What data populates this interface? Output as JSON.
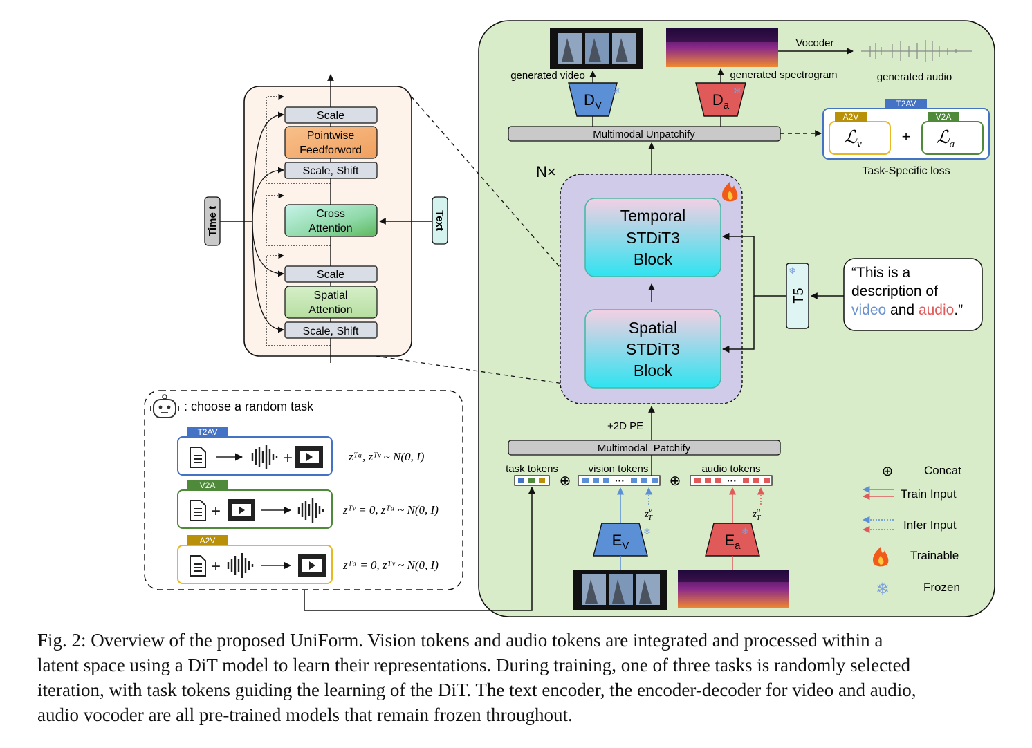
{
  "dit_block": {
    "time_label": "Time t",
    "text_label": "Text",
    "scale_top": "Scale",
    "pointwise_line1": "Pointwise",
    "pointwise_line2": "Feedforword",
    "scale_shift_top": "Scale, Shift",
    "cross_line1": "Cross",
    "cross_line2": "Attention",
    "scale_mid": "Scale",
    "spatial_line1": "Spatial",
    "spatial_line2": "Attention",
    "scale_shift_bottom": "Scale, Shift"
  },
  "tasks": {
    "header": ": choose a random task",
    "t2av_tag": "T2AV",
    "v2a_tag": "V2A",
    "a2v_tag": "A2V",
    "t2av_formula": "zᵀᵃ, zᵀᵛ ~ N(0, I)",
    "v2a_formula": "zᵀᵛ = 0, zᵀᵃ ~ N(0, I)",
    "a2v_formula": "zᵀᵃ = 0, zᵀᵛ ~ N(0, I)"
  },
  "main": {
    "generated_video": "generated video",
    "generated_spectrogram": "generated spectrogram",
    "vocoder": "Vocoder",
    "generated_audio": "generated audio",
    "dv": "D",
    "dv_sub": "V",
    "da": "D",
    "da_sub": "a",
    "unpatchify": "Multimodal Unpatchify",
    "loss_tag": "T2AV",
    "a2v_tag": "A2V",
    "v2a_tag": "V2A",
    "loss_v": "ℒ",
    "loss_v_sub": "v",
    "loss_a": "ℒ",
    "loss_a_sub": "a",
    "plus": "+",
    "task_loss": "Task-Specific loss",
    "nx": "N×",
    "temporal_l1": "Temporal",
    "temporal_l2": "STDiT3",
    "temporal_l3": "Block",
    "spatial_l1": "Spatial",
    "spatial_l2": "STDiT3",
    "spatial_l3": "Block",
    "t5": "T5",
    "desc_l1": "“This is a",
    "desc_l2": "description of",
    "desc_video": "video",
    "desc_and": " and ",
    "desc_audio": "audio",
    "desc_end": ".”",
    "pe": "+2D PE",
    "patchify": "Multimodal  Patchify",
    "task_tokens": "task tokens",
    "vision_tokens": "vision tokens",
    "audio_tokens": "audio tokens",
    "zv": "z",
    "zv_sup": "v",
    "zv_sub": "T",
    "za": "z",
    "za_sup": "a",
    "za_sub": "T",
    "ev": "E",
    "ev_sub": "V",
    "ea": "E",
    "ea_sub": "a"
  },
  "legend": {
    "concat": "Concat",
    "train_input": "Train Input",
    "infer_input": "Infer Input",
    "trainable": "Trainable",
    "frozen": "Frozen"
  },
  "colors": {
    "panel_green": "#d8ecc9",
    "dit_panel": "#fdf3ea",
    "nx_panel": "#d0cbe8",
    "video_blue": "#5b8fd6",
    "audio_red": "#e05a5a",
    "t2av": "#4472c4",
    "v2a": "#4e8a3a",
    "a2v": "#b8900a"
  },
  "caption": {
    "line1": "Fig. 2: Overview of the proposed UniForm. Vision tokens and audio tokens are integrated and processed within a",
    "line2": "latent space using a DiT model to learn their representations. During training, one of three tasks is randomly selected",
    "line3": "iteration, with task tokens guiding the learning of the DiT. The text encoder, the encoder-decoder for video and audio,",
    "line4": "audio vocoder are all pre-trained models that remain frozen throughout."
  }
}
